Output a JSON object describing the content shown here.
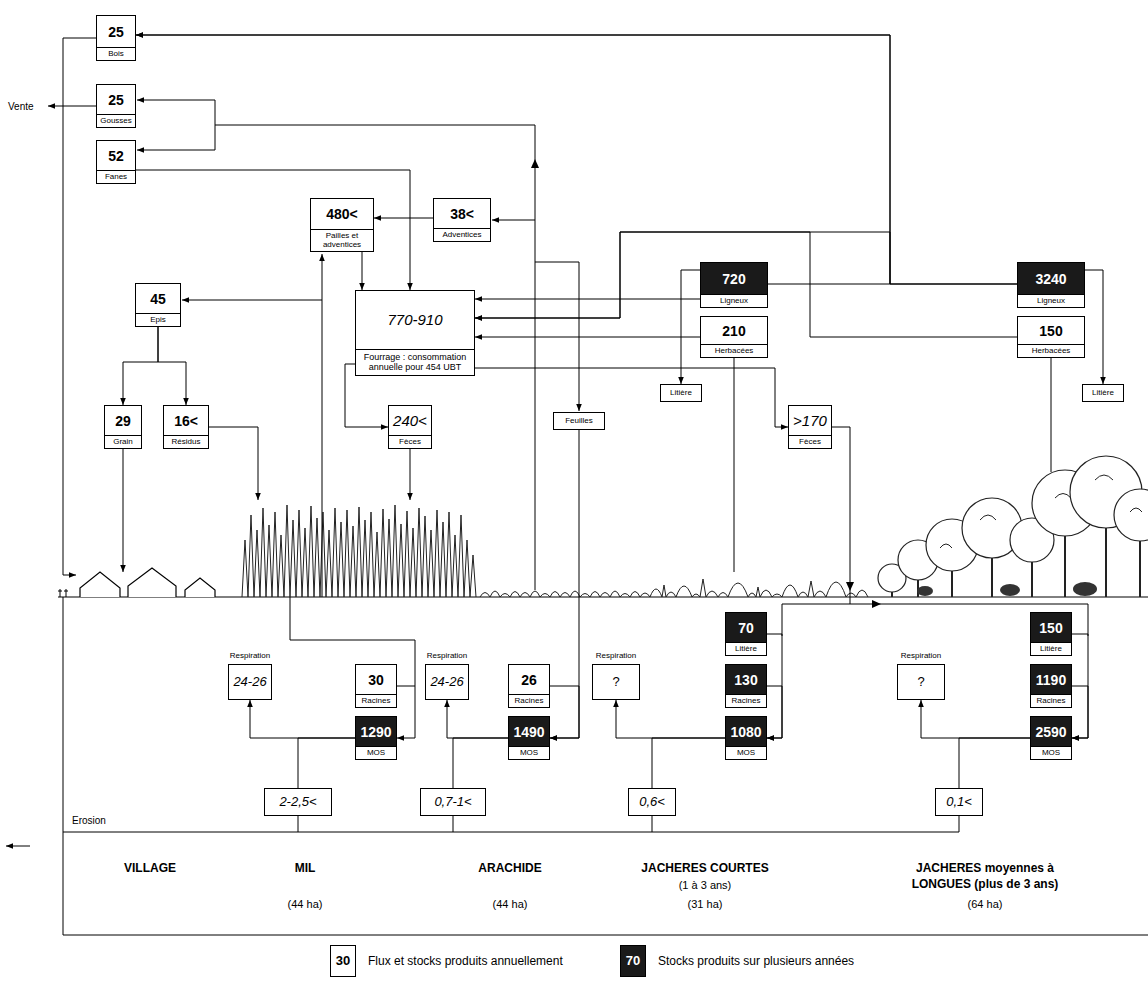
{
  "diagram": {
    "nodes": [
      {
        "text": [
          "25",
          "Bois"
        ]
      },
      {
        "text": [
          "25",
          "Gousses"
        ]
      },
      {
        "text": [
          "52",
          "Fanes"
        ]
      },
      {
        "text": [
          "480<",
          "Pailles et adventices"
        ]
      },
      {
        "text": [
          "38<",
          "Adventices"
        ]
      },
      {
        "text": [
          "45",
          "Epis"
        ]
      },
      {
        "text": [
          "770-910",
          "Fourrage : consommation annuelle pour 454 UBT"
        ]
      },
      {
        "text": [
          "720",
          "Ligneux"
        ]
      },
      {
        "text": [
          "3240",
          "Ligneux"
        ]
      },
      {
        "text": [
          "210",
          "Herbacées"
        ]
      },
      {
        "text": [
          "150",
          "Herbacées"
        ]
      },
      {
        "text": [
          "Litière"
        ]
      },
      {
        "text": [
          "Litière"
        ]
      },
      {
        "text": [
          "29",
          "Grain"
        ]
      },
      {
        "text": [
          "16<",
          "Résidus"
        ]
      },
      {
        "text": [
          "240<",
          "Fèces"
        ]
      },
      {
        "text": [
          "Feuilles"
        ]
      },
      {
        "text": [
          ">170",
          "Fèces"
        ]
      },
      {
        "text": [
          "Respiration",
          "24-26"
        ]
      },
      {
        "text": [
          "30",
          "Racines"
        ]
      },
      {
        "text": [
          "1290",
          "MOS"
        ]
      },
      {
        "text": [
          "Respiration",
          "24-26"
        ]
      },
      {
        "text": [
          "26",
          "Racines"
        ]
      },
      {
        "text": [
          "1490",
          "MOS"
        ]
      },
      {
        "text": [
          "Respiration",
          "?"
        ]
      },
      {
        "text": [
          "70",
          "Litière"
        ]
      },
      {
        "text": [
          "130",
          "Racines"
        ]
      },
      {
        "text": [
          "1080",
          "MOS"
        ]
      },
      {
        "text": [
          "Respiration",
          "?"
        ]
      },
      {
        "text": [
          "150",
          "Litière"
        ]
      },
      {
        "text": [
          "1190",
          "Racines"
        ]
      },
      {
        "text": [
          "2590",
          "MOS"
        ]
      },
      {
        "text": [
          "2-2,5<"
        ]
      },
      {
        "text": [
          "0,7-1<"
        ]
      },
      {
        "text": [
          "0,6<"
        ]
      },
      {
        "text": [
          "0,1<"
        ]
      }
    ],
    "edges": [
      {
        "from": 7,
        "to": 0,
        "arrow": "to"
      },
      {
        "from": 8,
        "to": 0,
        "arrow": "to"
      },
      {
        "from": 2,
        "to": 6,
        "arrow": "to"
      },
      {
        "from": 4,
        "to": 3,
        "arrow": "to"
      },
      {
        "from": 3,
        "to": 6,
        "arrow": "to"
      },
      {
        "from": 5,
        "to": 13,
        "arrow": "to"
      },
      {
        "from": 5,
        "to": 14,
        "arrow": "to"
      },
      {
        "from": 6,
        "to": 15,
        "arrow": "to"
      },
      {
        "from": 6,
        "to": 17,
        "arrow": "to"
      },
      {
        "from": 7,
        "to": 6,
        "arrow": "to"
      },
      {
        "from": 8,
        "to": 6,
        "arrow": "to"
      },
      {
        "from": 9,
        "to": 6,
        "arrow": "to"
      },
      {
        "from": 10,
        "to": 6,
        "arrow": "to"
      },
      {
        "from": 7,
        "to": 11,
        "arrow": "to"
      },
      {
        "from": 8,
        "to": 12,
        "arrow": "to"
      },
      {
        "from": 16,
        "to": 23,
        "arrow": "to"
      },
      {
        "from": 19,
        "to": 20,
        "arrow": "to"
      },
      {
        "from": 20,
        "to": 18,
        "arrow": "to"
      },
      {
        "from": 20,
        "to": 32,
        "arrow": "none"
      },
      {
        "from": 22,
        "to": 23,
        "arrow": "to"
      },
      {
        "from": 23,
        "to": 21,
        "arrow": "to"
      },
      {
        "from": 23,
        "to": 33,
        "arrow": "none"
      },
      {
        "from": 25,
        "to": 27,
        "arrow": "to"
      },
      {
        "from": 26,
        "to": 27,
        "arrow": "to"
      },
      {
        "from": 27,
        "to": 24,
        "arrow": "to"
      },
      {
        "from": 27,
        "to": 34,
        "arrow": "none"
      },
      {
        "from": 29,
        "to": 31,
        "arrow": "to"
      },
      {
        "from": 30,
        "to": 31,
        "arrow": "to"
      },
      {
        "from": 31,
        "to": 28,
        "arrow": "to"
      },
      {
        "from": 31,
        "to": 35,
        "arrow": "none"
      }
    ],
    "labels": [
      "Vente",
      "Erosion",
      "VILLAGE",
      "MIL",
      "(44 ha)",
      "ARACHIDE",
      "(44 ha)",
      "JACHERES COURTES",
      "(1 à 3 ans)",
      "(31 ha)",
      "JACHERES moyennes à LONGUES (plus de 3 ans)",
      "(64 ha)",
      "30",
      "70"
    ],
    "legend": [
      {
        "text": "Flux et stocks produits annuellement",
        "color": "#ffffff"
      },
      {
        "text": "Stocks produits sur plusieurs années",
        "color": "#1a1a1a"
      }
    ]
  }
}
